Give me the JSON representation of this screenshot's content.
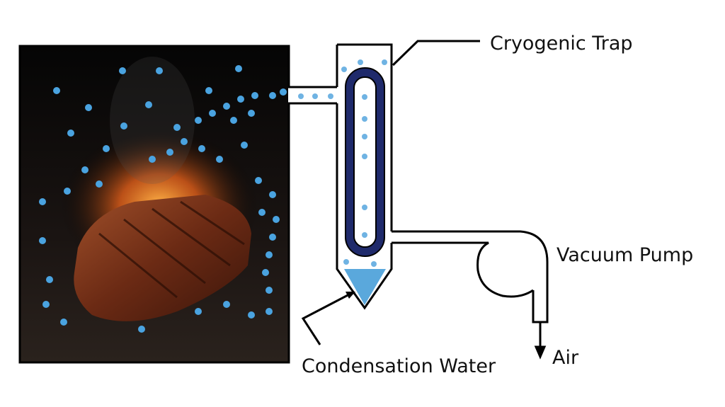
{
  "labels": {
    "cryogenic_trap": "Cryogenic Trap",
    "vacuum_pump": "Vacuum Pump",
    "condensation_water": "Condensation Water",
    "air": "Air"
  },
  "colors": {
    "droplet": "#4aa3e0",
    "coil": "#1f2a6b",
    "water": "#5aa8dc"
  }
}
